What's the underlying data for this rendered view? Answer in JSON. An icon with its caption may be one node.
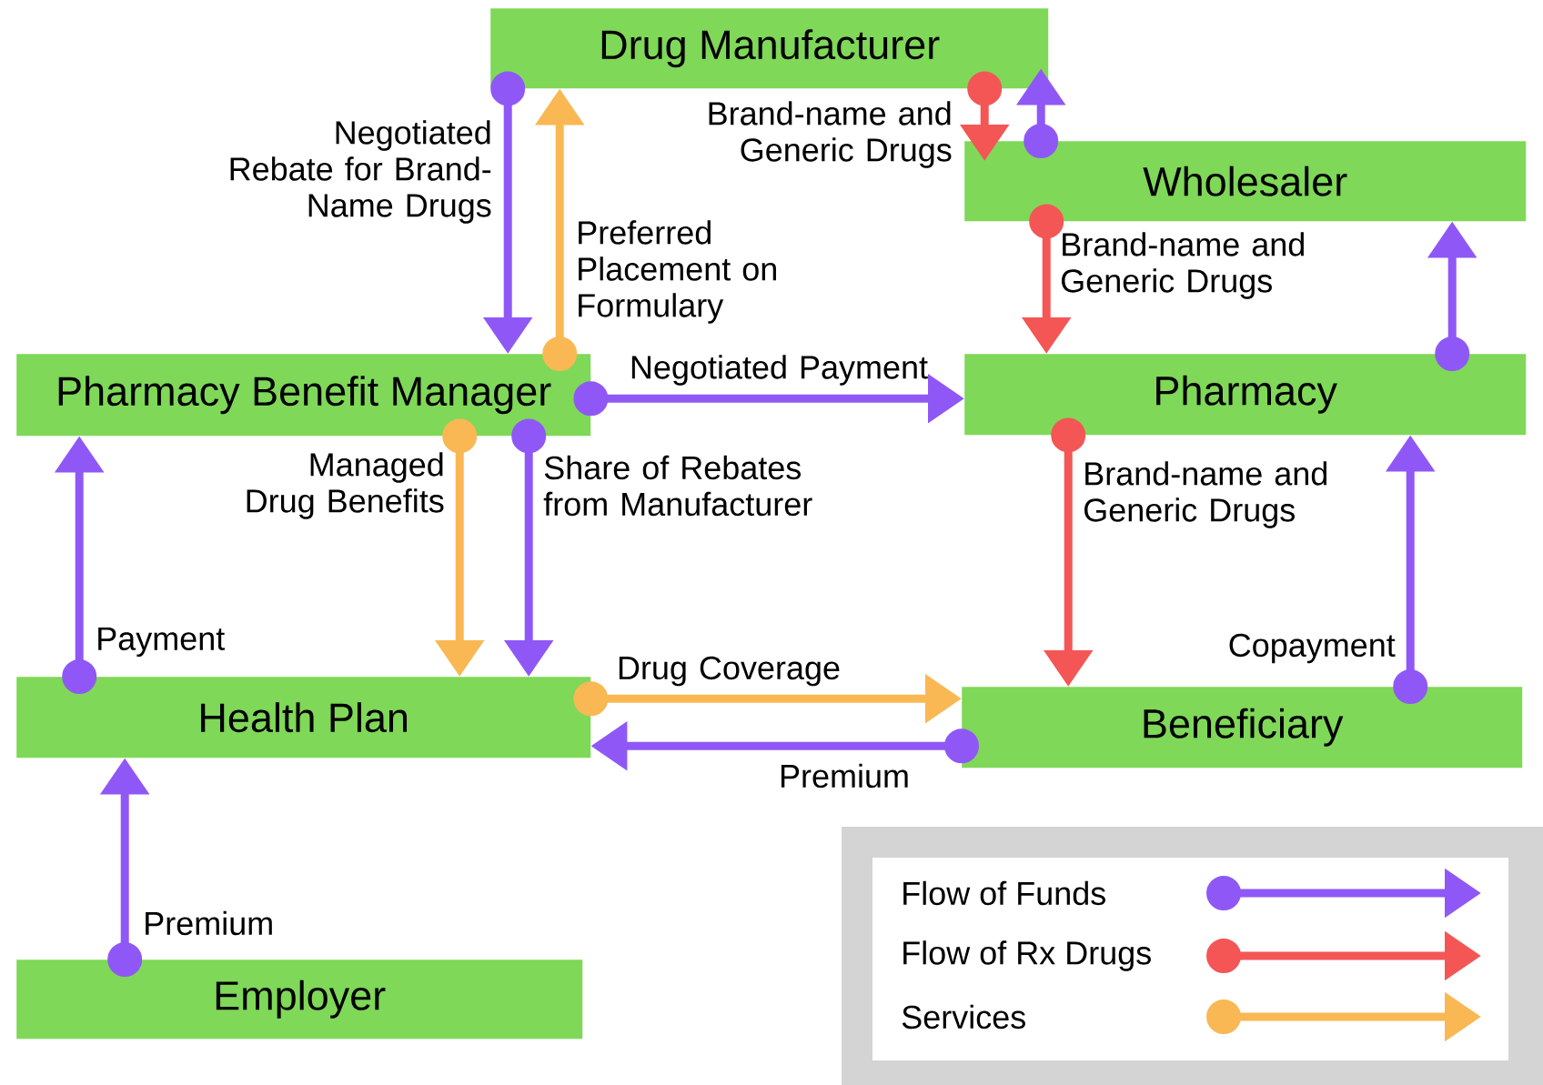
{
  "diagram": {
    "nodes": [
      {
        "text": [
          "Drug Manufacturer"
        ]
      },
      {
        "text": [
          "Wholesaler"
        ]
      },
      {
        "text": [
          "Pharmacy Benefit Manager"
        ]
      },
      {
        "text": [
          "Pharmacy"
        ]
      },
      {
        "text": [
          "Health Plan"
        ]
      },
      {
        "text": [
          "Beneficiary"
        ]
      },
      {
        "text": [
          "Employer"
        ]
      }
    ],
    "edges": [
      {
        "from": 0,
        "to": 2,
        "arrow": "to",
        "label": "Negotiated Rebate for Brand-Name Drugs"
      },
      {
        "from": 2,
        "to": 0,
        "arrow": "to",
        "label": "Preferred Placement on Formulary",
        "color": "#f9b853"
      },
      {
        "from": 0,
        "to": 1,
        "arrow": "to",
        "label": "Brand-name and Generic Drugs",
        "color": "#f45656"
      },
      {
        "from": 1,
        "to": 0,
        "arrow": "to"
      },
      {
        "from": 1,
        "to": 3,
        "arrow": "to",
        "label": "Brand-name and Generic Drugs",
        "color": "#f45656"
      },
      {
        "from": 3,
        "to": 1,
        "arrow": "to"
      },
      {
        "from": 2,
        "to": 3,
        "arrow": "to",
        "label": "Negotiated Payment"
      },
      {
        "from": 2,
        "to": 4,
        "arrow": "to",
        "label": "Managed Drug Benefits",
        "color": "#f9b853"
      },
      {
        "from": 2,
        "to": 4,
        "arrow": "to",
        "label": "Share of Rebates from Manufacturer"
      },
      {
        "from": 3,
        "to": 5,
        "arrow": "to",
        "label": "Brand-name and Generic Drugs",
        "color": "#f45656"
      },
      {
        "from": 5,
        "to": 3,
        "arrow": "to",
        "label": "Copayment"
      },
      {
        "from": 4,
        "to": 2,
        "arrow": "to",
        "label": "Payment"
      },
      {
        "from": 4,
        "to": 5,
        "arrow": "to",
        "label": "Drug Coverage",
        "color": "#f9b853"
      },
      {
        "from": 5,
        "to": 4,
        "arrow": "to",
        "label": "Premium"
      },
      {
        "from": 6,
        "to": 4,
        "arrow": "to",
        "label": "Premium"
      }
    ],
    "legend": [
      {
        "text": "Flow of Funds",
        "color": "#8f58f6"
      },
      {
        "text": "Flow of Rx Drugs",
        "color": "#f45656"
      },
      {
        "text": "Services",
        "color": "#f9b853"
      }
    ]
  }
}
